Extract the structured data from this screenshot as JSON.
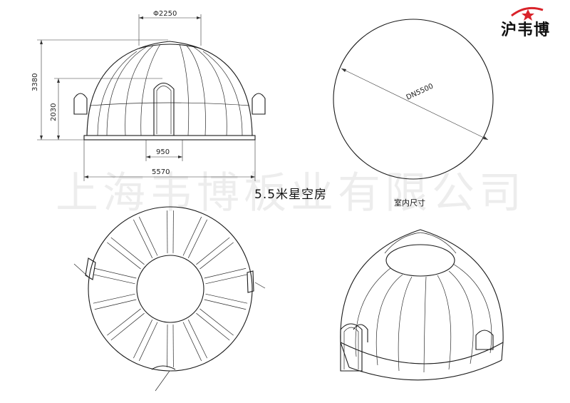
{
  "brand": {
    "logo_text": "沪韦博",
    "accent": "#d9232a"
  },
  "watermark": "上海韦博板业有限公司",
  "title": "5.5米星空房",
  "interior_label": "室内尺寸",
  "dimensions": {
    "top_diameter": "Φ2250",
    "total_height": "3380",
    "door_height": "2030",
    "door_width": "950",
    "base_width": "5570",
    "interior_diameter": "DN5500"
  }
}
